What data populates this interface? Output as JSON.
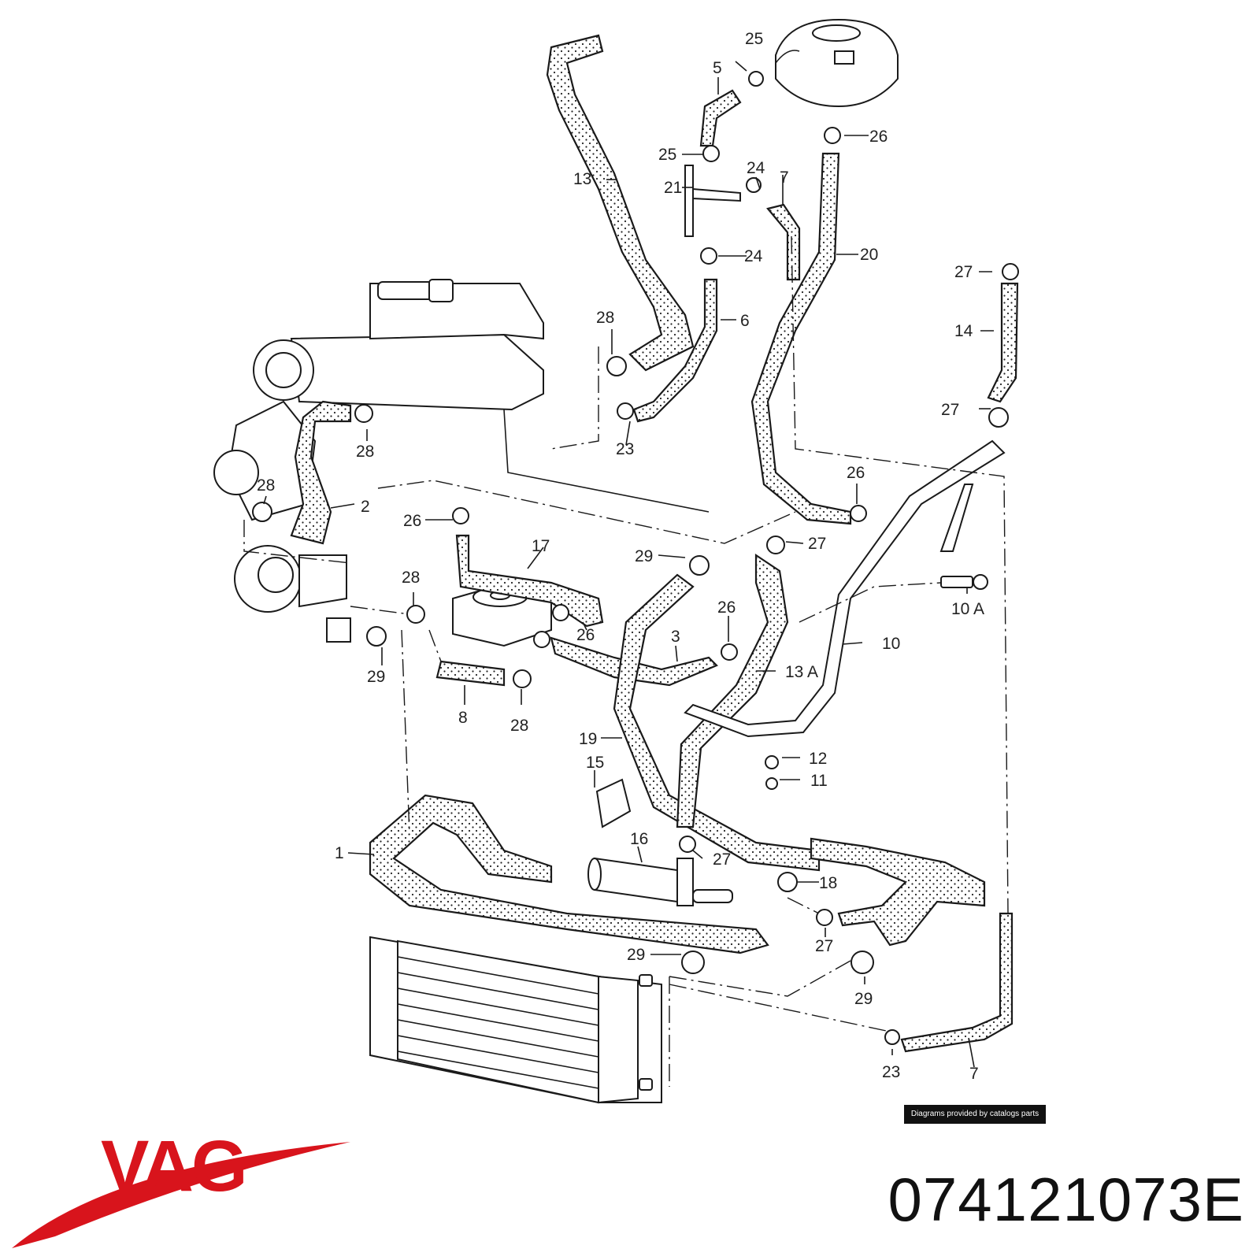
{
  "brand": {
    "name": "VAG",
    "color": "#d8141c"
  },
  "part_number": "074121073E",
  "credit": "Diagrams provided by catalogs parts",
  "callouts": {
    "c1": "1",
    "c2": "2",
    "c3": "3",
    "c5": "5",
    "c6": "6",
    "c7a": "7",
    "c7b": "7",
    "c8": "8",
    "c10": "10",
    "c10a": "10 A",
    "c11": "11",
    "c12": "12",
    "c13": "13",
    "c13a": "13 A",
    "c14": "14",
    "c15": "15",
    "c16": "16",
    "c17": "17",
    "c18": "18",
    "c19": "19",
    "c20": "20",
    "c21": "21",
    "c23a": "23",
    "c23b": "23",
    "c24a": "24",
    "c24b": "24",
    "c25a": "25",
    "c25b": "25",
    "c26a": "26",
    "c26b": "26",
    "c26c": "26",
    "c26d": "26",
    "c26e": "26",
    "c27a": "27",
    "c27b": "27",
    "c27c": "27",
    "c27d": "27",
    "c27e": "27",
    "c28a": "28",
    "c28b": "28",
    "c28c": "28",
    "c28d": "28",
    "c28e": "28",
    "c29a": "29",
    "c29b": "29",
    "c29c": "29",
    "c29d": "29"
  }
}
